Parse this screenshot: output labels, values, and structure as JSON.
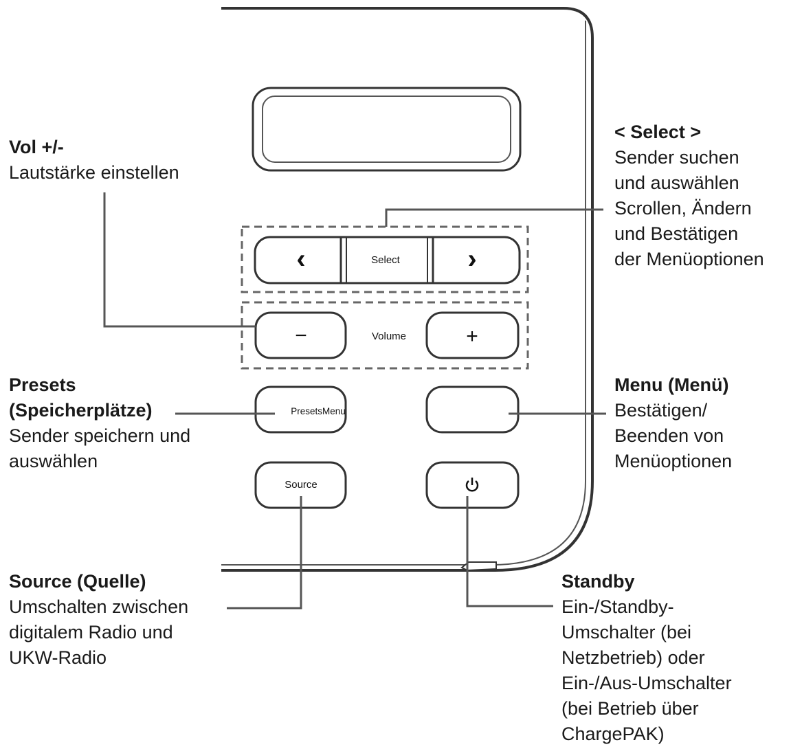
{
  "buttons": {
    "select_left": "‹",
    "select_center": "Select",
    "select_right": "›",
    "volume_minus": "−",
    "volume_label": "Volume",
    "volume_plus": "+",
    "presets": "PresetsMenu",
    "menu": "",
    "source": "Source",
    "power_icon": "power-icon"
  },
  "callouts": {
    "vol": {
      "title": "Vol +/-",
      "lines": [
        "Lautstärke einstellen"
      ]
    },
    "presets": {
      "title_lines": [
        "Presets",
        "(Speicherplätze)"
      ],
      "lines": [
        "Sender speichern und",
        "auswählen"
      ]
    },
    "source": {
      "title": "Source (Quelle)",
      "lines": [
        "Umschalten zwischen",
        "digitalem Radio und",
        "UKW-Radio"
      ]
    },
    "select": {
      "title": "< Select >",
      "lines": [
        "Sender suchen",
        "und auswählen",
        "Scrollen, Ändern",
        "und Bestätigen",
        "der Menüoptionen"
      ]
    },
    "menu": {
      "title": "Menu (Menü)",
      "lines": [
        "Bestätigen/",
        "Beenden von",
        "Menüoptionen"
      ]
    },
    "standby": {
      "title": "Standby",
      "lines": [
        "Ein-/Standby-",
        "Umschalter (bei",
        "Netzbetrieb) oder",
        "Ein-/Aus-Umschalter",
        "(bei Betrieb über",
        "ChargePAK)"
      ]
    }
  }
}
